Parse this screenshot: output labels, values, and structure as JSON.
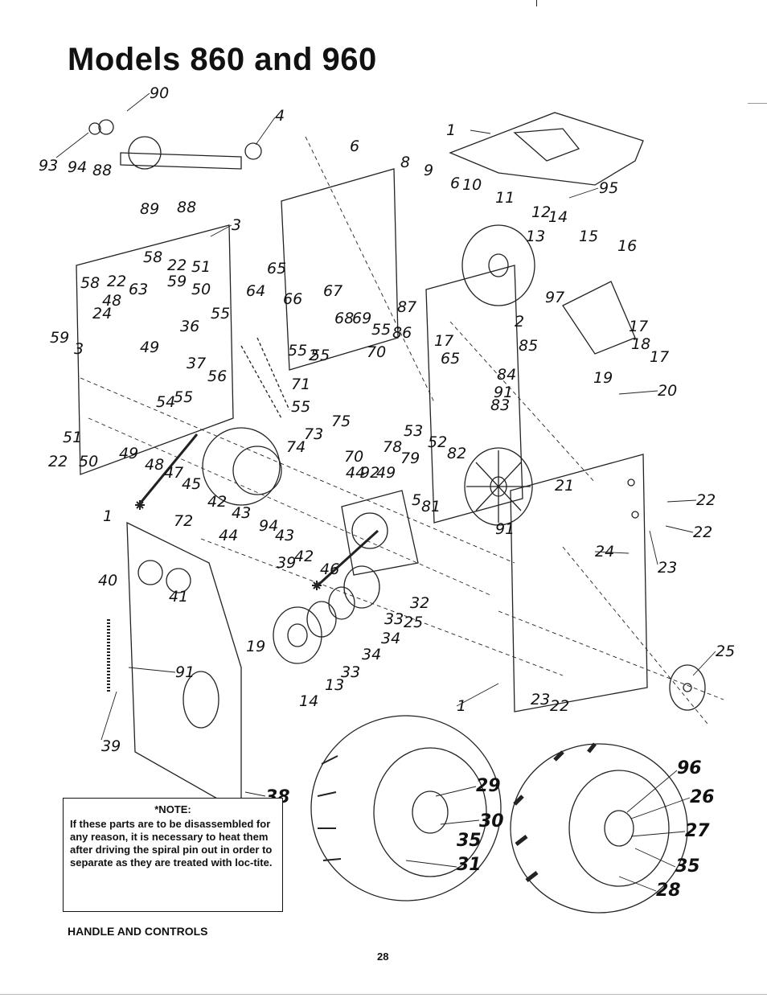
{
  "header": {
    "title": "Models 860 and 960"
  },
  "note": {
    "heading": "*NOTE:",
    "body": "If these parts are to be disassembled for any reason, it is necessary to heat them after driving the spiral pin out in order to separate as they are treated with loc-tite."
  },
  "section_label": "HANDLE AND CONTROLS",
  "page_number": "28",
  "callouts": [
    "90",
    "4",
    "93",
    "94",
    "88",
    "89",
    "88",
    "1",
    "6",
    "8",
    "9",
    "6",
    "10",
    "11",
    "12",
    "14",
    "13",
    "95",
    "3",
    "58",
    "22",
    "51",
    "65",
    "15",
    "16",
    "58",
    "22",
    "63",
    "59",
    "50",
    "64",
    "66",
    "67",
    "48",
    "68",
    "69",
    "55",
    "87",
    "97",
    "24",
    "55",
    "36",
    "55",
    "2",
    "86",
    "17",
    "59",
    "3",
    "49",
    "37",
    "55",
    "70",
    "17",
    "65",
    "2",
    "85",
    "18",
    "17",
    "56",
    "71",
    "84",
    "19",
    "20",
    "91",
    "54",
    "55",
    "55",
    "83",
    "75",
    "73",
    "51",
    "53",
    "52",
    "82",
    "22",
    "50",
    "49",
    "74",
    "70",
    "78",
    "79",
    "48",
    "47",
    "45",
    "44",
    "92",
    "49",
    "21",
    "22",
    "72",
    "42",
    "43",
    "5",
    "81",
    "44",
    "94",
    "43",
    "91",
    "22",
    "24",
    "23",
    "40",
    "39",
    "42",
    "46",
    "41",
    "32",
    "33",
    "25",
    "19",
    "34",
    "34",
    "33",
    "13",
    "14",
    "91",
    "39",
    "1",
    "23",
    "22",
    "25",
    "96",
    "29",
    "30",
    "26",
    "27",
    "35",
    "31",
    "35",
    "28",
    "38",
    "1"
  ]
}
